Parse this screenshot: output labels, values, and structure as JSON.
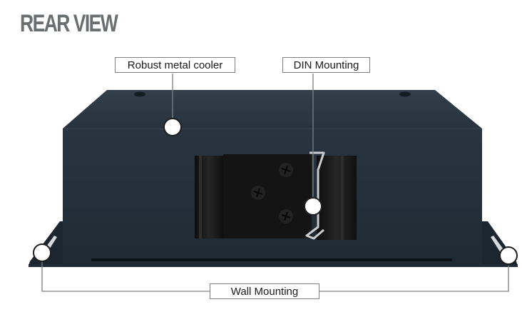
{
  "page": {
    "title": "REAR VIEW"
  },
  "callouts": {
    "cooler": {
      "label": "Robust metal cooler"
    },
    "din": {
      "label": "DIN Mounting"
    },
    "wall": {
      "label": "Wall Mounting"
    }
  },
  "colors": {
    "title": "#6b6e70",
    "housing": "#26323d",
    "housing_top": "#2c3945",
    "bracket": "#161616",
    "leader_line": "#7c8083",
    "marker_fill": "#ffffff",
    "marker_stroke": "#1e1e1e"
  }
}
